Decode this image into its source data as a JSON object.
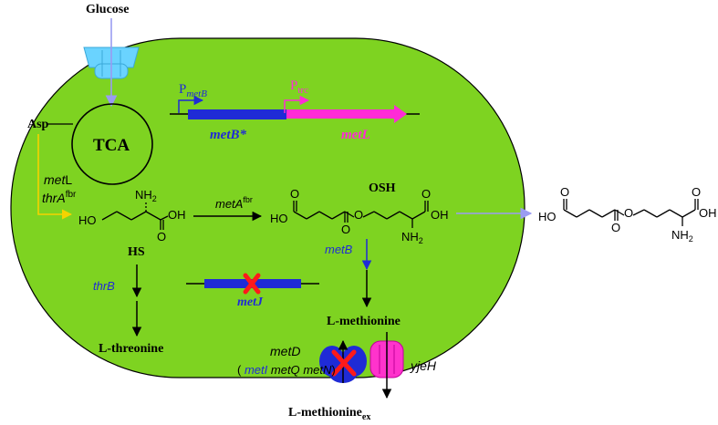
{
  "colors": {
    "cell_fill": "#7ed321",
    "gene_blue": "#1f2bd6",
    "gene_pink": "#ff2bd6",
    "transporter_light": "#6ad3ff",
    "arrow_periwinkle": "#9a9cf2",
    "arrow_yellow": "#f5d300",
    "knockout_red": "#ff1a1a",
    "pink_transporter": "#ff33cc"
  },
  "labels": {
    "glucose": "Glucose",
    "asp": "Asp",
    "tca": "TCA",
    "promoter_metb_p": "P",
    "promoter_metb_sub": "metB",
    "promoter_trc_p": "P",
    "promoter_trc_sub": "trc",
    "gene_metb_star": "metB*",
    "gene_metl": "metL",
    "metl_enzyme_prefix": "met",
    "metl_enzyme_suffix": "L",
    "thra_enzyme": "thrA",
    "thra_sup": "fbr",
    "meta_enzyme": "metA",
    "meta_sup": "fbr",
    "osh": "OSH",
    "hs": "HS",
    "thrb": "thrB",
    "metb_enzyme": "metB",
    "metj": "metJ",
    "l_methionine": "L-methionine",
    "l_threonine": "L-threonine",
    "metd": "metD",
    "paren_open": "(",
    "meti": "metI",
    "metq": "metQ",
    "metn": "metN",
    "paren_close": ")",
    "yjeh": "yjeH",
    "l_methionine_ex": "L-methionine",
    "ex_sub": "ex"
  },
  "chem": {
    "nh2_top": "NH",
    "nh2_top_sub": "2",
    "ho_hs": "HO",
    "oh_hs": "OH",
    "o_hs": "O",
    "ho_osh": "HO",
    "oh_osh": "OH",
    "nh2_osh": "NH",
    "nh2_osh_sub": "2",
    "ho_out": "HO",
    "oh_out": "OH",
    "nh2_out": "NH",
    "nh2_out_sub": "2"
  }
}
